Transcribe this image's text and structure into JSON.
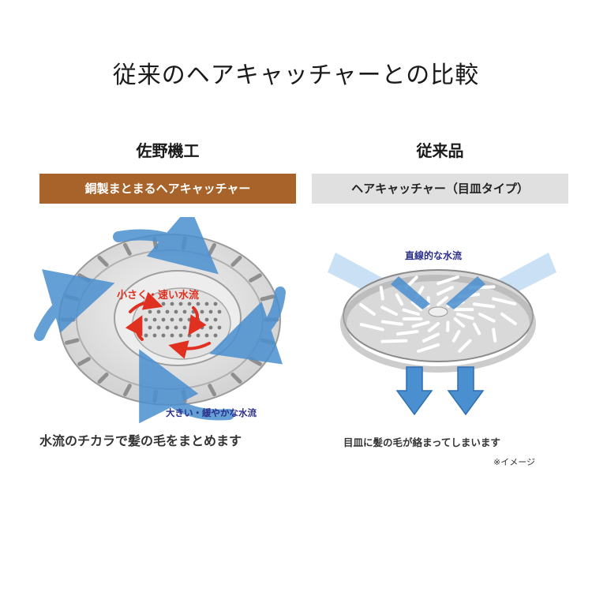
{
  "title": "従来のヘアキャッチャーとの比較",
  "colors": {
    "brown_banner": "#a8632a",
    "gray_banner": "#e0e0e0",
    "arrow_blue": "#4a8fd0",
    "red_text": "#e03020",
    "navy_text": "#2b2f8a"
  },
  "left": {
    "heading": "佐野機工",
    "banner": "銅製まとまるヘアキャッチャー",
    "label_small_fast": "小さく・速い水流",
    "label_large_slow": "大きい・緩やかな水流",
    "caption": "水流のチカラで髪の毛をまとめます"
  },
  "right": {
    "heading": "従来品",
    "banner": "ヘアキャッチャー（目皿タイプ）",
    "label_straight": "直線的な水流",
    "caption": "目皿に髪の毛が絡まってしまいます",
    "note": "※イメージ"
  }
}
